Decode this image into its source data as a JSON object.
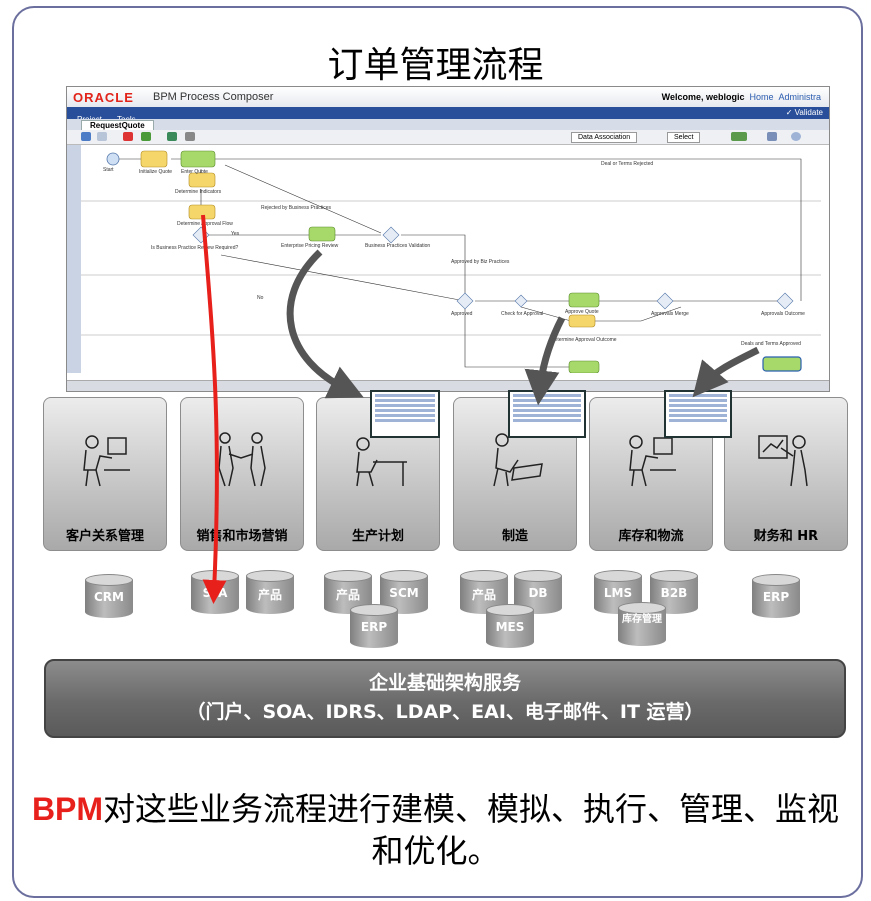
{
  "title": "订单管理流程",
  "composer": {
    "logo": "ORACLE",
    "product": "BPM Process Composer",
    "welcome": "Welcome, weblogic",
    "home": "Home",
    "admin": "Administra",
    "menu": [
      "Project",
      "Tools"
    ],
    "validate": "Validate",
    "tab": "RequestQuote",
    "data_association": "Data Association",
    "select": "Select",
    "nodes": [
      "Start",
      "Initialize Quote",
      "Enter Quote",
      "Determine Indicators",
      "Determine Approval Flow",
      "Enterprise Pricing Review",
      "Business Practices Validation",
      "Approved",
      "Check for Approval",
      "Approve Quote",
      "Approvals Merge",
      "Approvals Outcome",
      "Determine Approval Outcome"
    ],
    "flow_labels": [
      "Deal or Terms Rejected",
      "Rejected by Business Practices",
      "Is Business Practice Review Required?",
      "Yes",
      "No",
      "Approved by Biz Practices",
      "Deals and Terms Approved"
    ]
  },
  "departments": [
    {
      "label": "客户关系管理"
    },
    {
      "label": "销售和市场营销"
    },
    {
      "label": "生产计划"
    },
    {
      "label": "制造"
    },
    {
      "label": "库存和物流"
    },
    {
      "label": "财务和 HR"
    }
  ],
  "databases": [
    "CRM",
    "SFA",
    "产品",
    "产品",
    "SCM",
    "ERP",
    "产品",
    "DB",
    "MES",
    "LMS",
    "B2B",
    "库存管理",
    "ERP"
  ],
  "infra": {
    "line1": "企业基础架构服务",
    "line2": "（门户、SOA、IDRS、LDAP、EAI、电子邮件、IT 运营）"
  },
  "bottom": {
    "highlight": "BPM",
    "text": "对这些业务流程进行建模、模拟、执行、管理、监视和优化。"
  },
  "colors": {
    "arrow_red": "#e8201c",
    "frame": "#6b6f9e",
    "task_yellow": "#f5d66b",
    "task_green": "#a6d96a"
  }
}
